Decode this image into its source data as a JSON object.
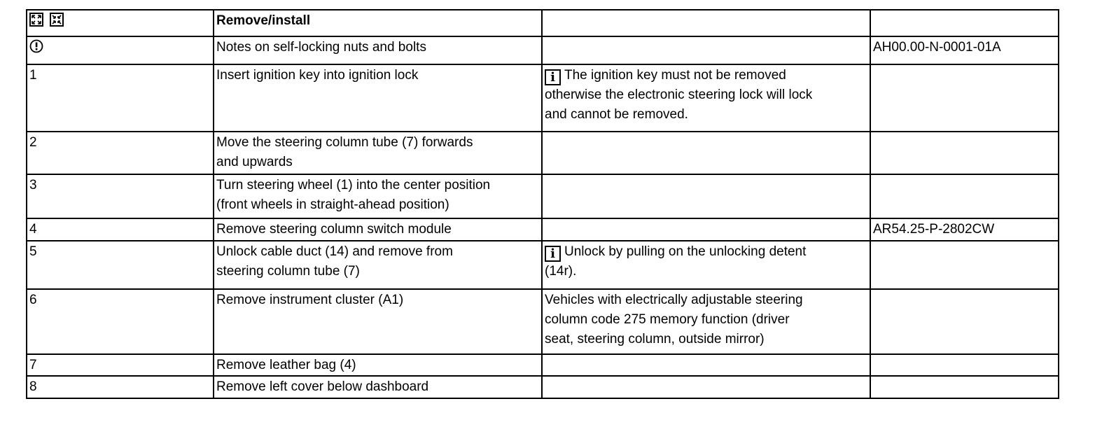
{
  "header": {
    "step_icons": [
      "expand-icon",
      "collapse-icon"
    ],
    "title": "Remove/install"
  },
  "notes_row": {
    "icon": "caution-icon",
    "text": "Notes on self-locking nuts and bolts",
    "ref": "AH00.00-N-0001-01A"
  },
  "steps": [
    {
      "num": "1",
      "action_lines": [
        "Insert ignition key into ignition lock"
      ],
      "note_icon": "info-icon",
      "note_lines": [
        "The ignition key must not be removed",
        "otherwise the electronic steering lock will lock",
        "and cannot be removed."
      ],
      "ref": ""
    },
    {
      "num": "2",
      "action_lines": [
        "Move the steering column tube (7) forwards",
        "and upwards"
      ],
      "note_lines": [],
      "ref": ""
    },
    {
      "num": "3",
      "action_lines": [
        "Turn steering wheel (1) into the center position",
        "(front wheels in straight-ahead position)"
      ],
      "note_lines": [],
      "ref": ""
    },
    {
      "num": "4",
      "action_lines": [
        "Remove steering column switch module"
      ],
      "note_lines": [],
      "ref": "AR54.25-P-2802CW"
    },
    {
      "num": "5",
      "action_lines": [
        "Unlock cable duct (14) and remove from",
        "steering column tube (7)"
      ],
      "note_icon": "info-icon",
      "note_lines": [
        "Unlock by pulling on the unlocking detent",
        "(14r)."
      ],
      "ref": ""
    },
    {
      "num": "6",
      "action_lines": [
        "Remove instrument cluster (A1)"
      ],
      "note_lines": [
        "Vehicles with electrically adjustable steering",
        "column code 275 memory function (driver",
        "seat, steering column, outside mirror)"
      ],
      "ref": ""
    },
    {
      "num": "7",
      "action_lines": [
        "Remove leather bag (4)"
      ],
      "note_lines": [],
      "ref": ""
    },
    {
      "num": "8",
      "action_lines": [
        "Remove left cover below dashboard"
      ],
      "note_lines": [],
      "ref": ""
    }
  ]
}
